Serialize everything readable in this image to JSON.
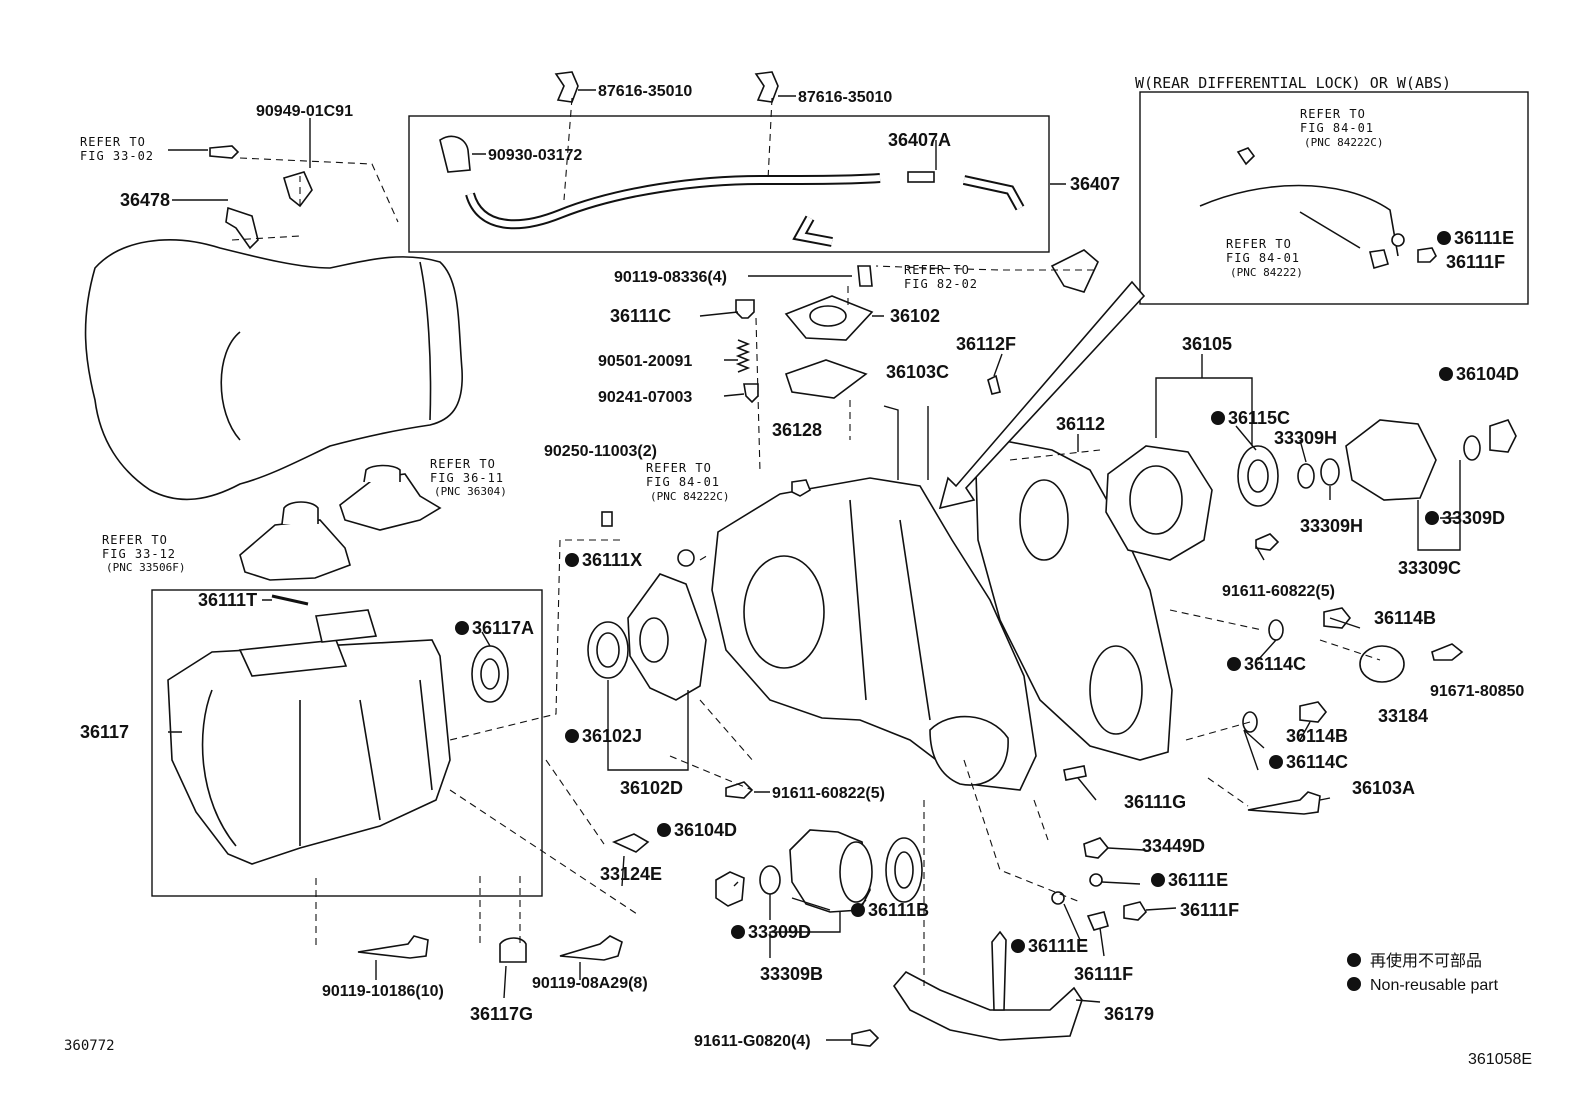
{
  "header_text": "W(REAR DIFFERENTIAL LOCK) OR W(ABS)",
  "legend": {
    "line1": "再使用不可部品",
    "line2": "Non-reusable part"
  },
  "codes": {
    "left": "360772",
    "right": "361058E"
  },
  "refs": {
    "r1a": "REFER TO",
    "r1b": "FIG 33-02",
    "r2a": "REFER TO",
    "r2b": "FIG 36-11",
    "r2c": "(PNC 36304)",
    "r3a": "REFER TO",
    "r3b": "FIG 33-12",
    "r3c": "(PNC 33506F)",
    "r4a": "REFER TO",
    "r4b": "FIG 84-01",
    "r4c": "(PNC 84222C)",
    "r5a": "REFER TO",
    "r5b": "FIG 82-02",
    "r6a": "REFER TO",
    "r6b": "FIG 84-01",
    "r6c": "(PNC 84222C)",
    "r7a": "REFER TO",
    "r7b": "FIG 84-01",
    "r7c": "(PNC 84222)"
  },
  "parts": {
    "p87616a": "87616-35010",
    "p87616b": "87616-35010",
    "p90949": "90949-01C91",
    "p90930": "90930-03172",
    "p36407A": "36407A",
    "p36407": "36407",
    "p36478": "36478",
    "p90119_08336": "90119-08336(4)",
    "p36111C": "36111C",
    "p36102": "36102",
    "p90501": "90501-20091",
    "p90241": "90241-07003",
    "p36128": "36128",
    "p36112F": "36112F",
    "p36103C": "36103C",
    "p36105": "36105",
    "p36104D_r": "36104D",
    "p36112": "36112",
    "p36115C": "36115C",
    "p33309H_a": "33309H",
    "p33309H_b": "33309H",
    "p33309D_r": "33309D",
    "p33309C": "33309C",
    "p91611_60822_a": "91611-60822(5)",
    "p90250": "90250-11003(2)",
    "p36111X": "36111X",
    "p36111T": "36111T",
    "p36117A": "36117A",
    "p36117": "36117",
    "p36102J": "36102J",
    "p36102D": "36102D",
    "p91611_60822_b": "91611-60822(5)",
    "p36114B_a": "36114B",
    "p36114C_a": "36114C",
    "p33184": "33184",
    "p91671": "91671-80850",
    "p36114B_b": "36114B",
    "p36114C_b": "36114C",
    "p36111G": "36111G",
    "p36103A": "36103A",
    "p33124E": "33124E",
    "p36104D_c": "36104D",
    "p33449D": "33449D",
    "p36111E_a": "36111E",
    "p36111F_a": "36111F",
    "p36111B": "36111B",
    "p33309D_c": "33309D",
    "p33309B": "33309B",
    "p36111E_b": "36111E",
    "p36111F_b": "36111F",
    "p90119_10186": "90119-10186(10)",
    "p36117G": "36117G",
    "p90119_08A29": "90119-08A29(8)",
    "p91611_G0820": "91611-G0820(4)",
    "p36179": "36179",
    "p36111E_inset": "36111E",
    "p36111F_inset": "36111F"
  }
}
